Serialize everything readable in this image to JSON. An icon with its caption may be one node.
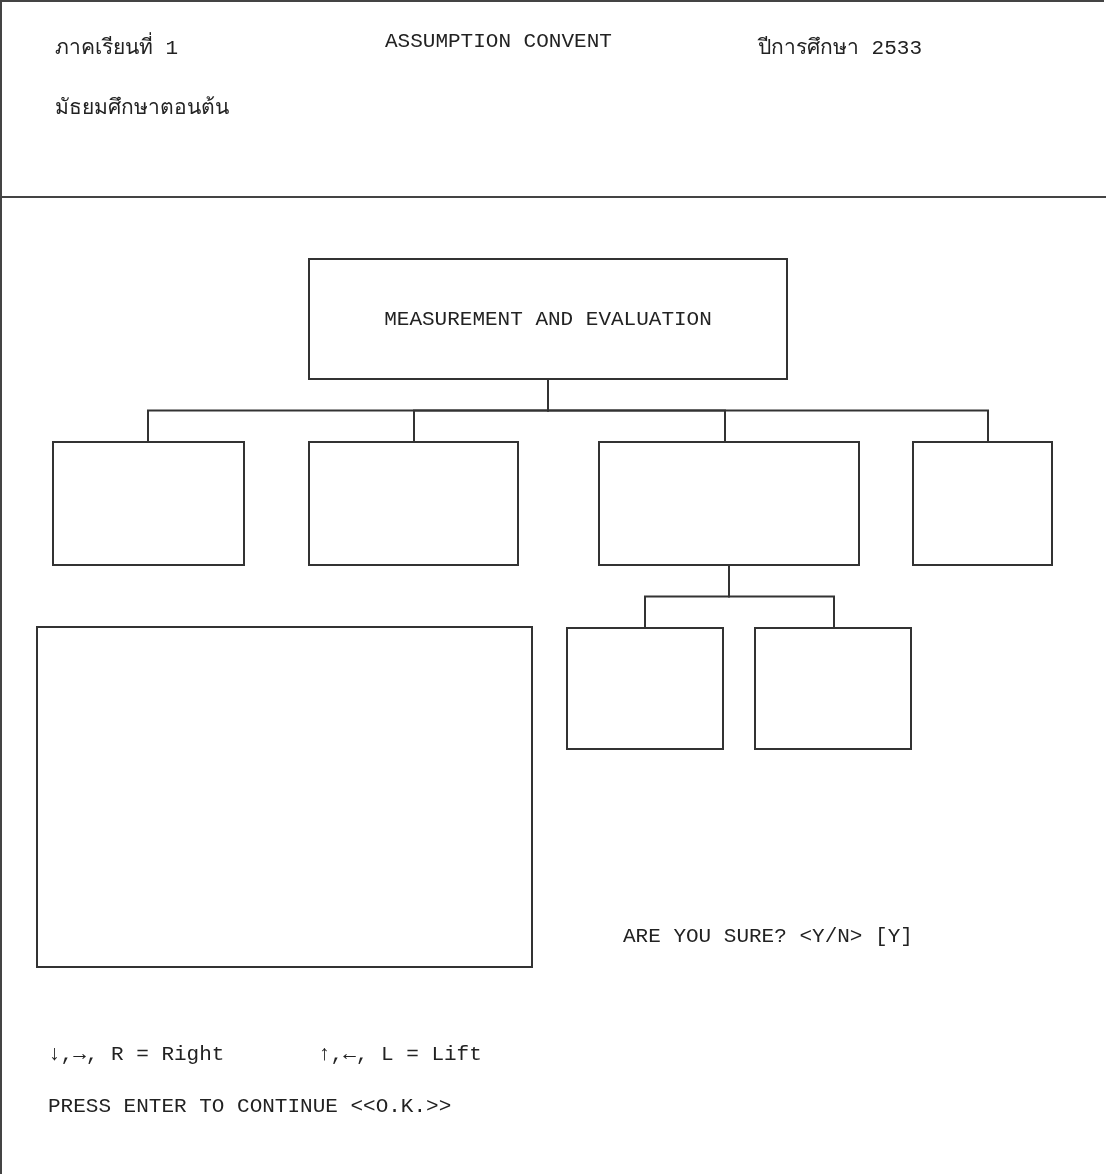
{
  "diagram": {
    "nodes": [
      {
        "text": [
          "MEASUREMENT AND EVALUATION"
        ]
      },
      {
        "text": [],
        "shape": "box"
      },
      {
        "text": [],
        "shape": "box"
      },
      {
        "text": [],
        "shape": "box"
      },
      {
        "text": [],
        "shape": "box"
      },
      {
        "text": [],
        "shape": "box"
      },
      {
        "text": [],
        "shape": "box"
      },
      {
        "text": [],
        "shape": "box"
      }
    ],
    "edges": [
      {
        "from": 0,
        "to": 1,
        "arrow": "none"
      },
      {
        "from": 0,
        "to": 2,
        "arrow": "none"
      },
      {
        "from": 0,
        "to": 3,
        "arrow": "none"
      },
      {
        "from": 0,
        "to": 4,
        "arrow": "none"
      },
      {
        "from": 3,
        "to": 5,
        "arrow": "none"
      },
      {
        "from": 3,
        "to": 6,
        "arrow": "none"
      }
    ],
    "labels": [
      "ภาคเรียนที่ 1",
      "ASSUMPTION CONVENT",
      "ปีการศึกษา 2533",
      "มัธยมศึกษาตอนต้น",
      "ARE YOU SURE? <Y/N> [Y]",
      "↓,→, R = Right",
      "↑,←, L = Lift",
      "PRESS ENTER TO CONTINUE <<O.K.>>"
    ]
  }
}
